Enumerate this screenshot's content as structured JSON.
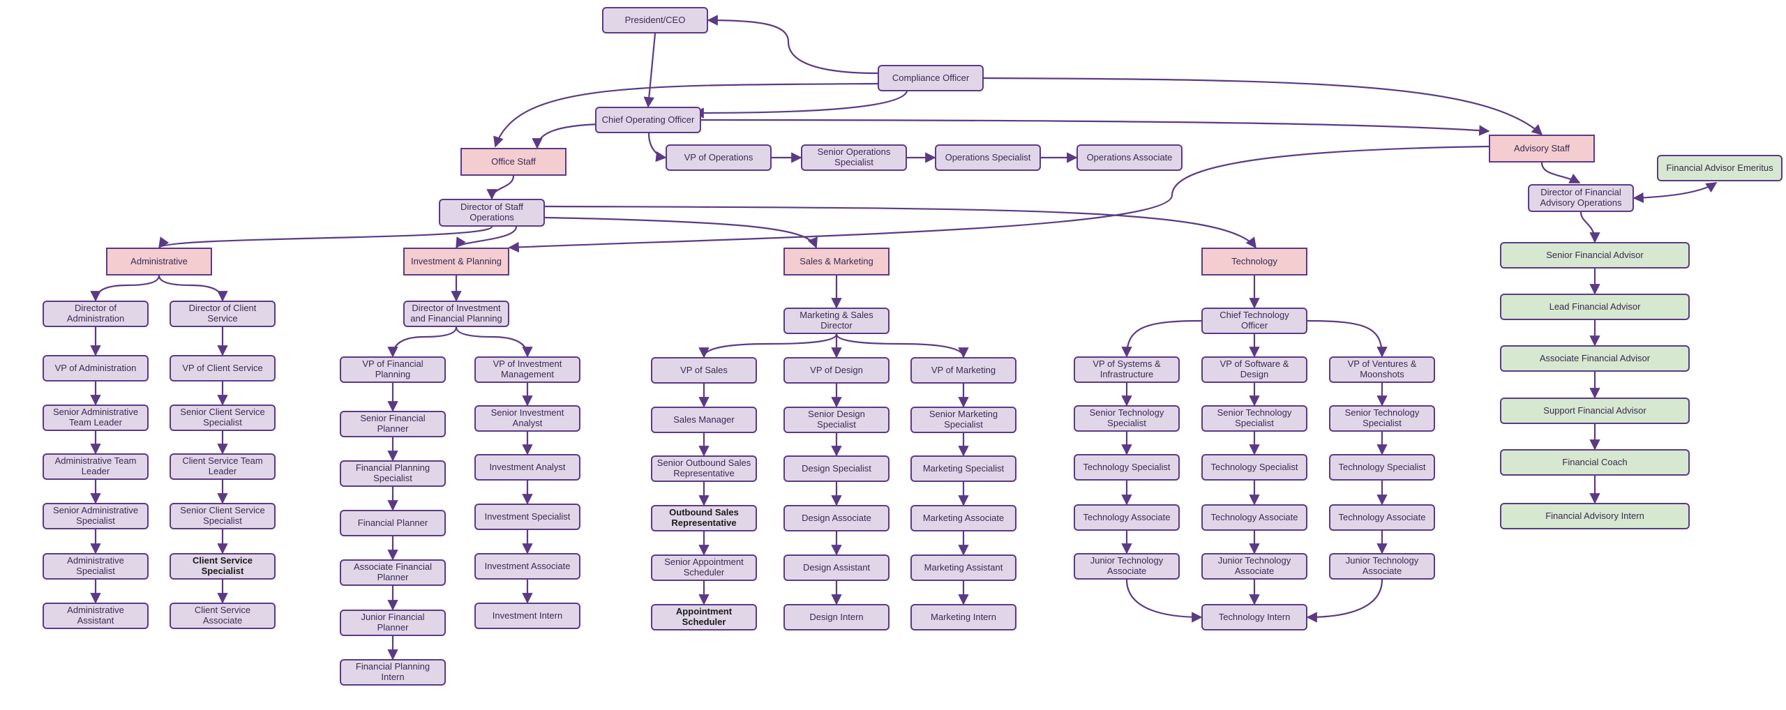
{
  "colors": {
    "role_fill": "#e1d6e7",
    "dept_fill": "#f3cdd0",
    "advisor_fill": "#d6e8cf",
    "stroke": "#5b3a85"
  },
  "nodes": {
    "ceo": "President/CEO",
    "compliance": "Compliance Officer",
    "coo": "Chief Operating Officer",
    "office_staff": "Office Staff",
    "vp_ops": "VP of Operations",
    "sr_ops": "Senior Operations Specialist",
    "ops_spec": "Operations Specialist",
    "ops_assoc": "Operations Associate",
    "advisory_staff": "Advisory Staff",
    "fa_emeritus": "Financial Advisor Emeritus",
    "dir_fin_adv": "Director of Financial Advisory Operations",
    "sr_fa": "Senior Financial Advisor",
    "lead_fa": "Lead Financial Advisor",
    "assoc_fa": "Associate Financial Advisor",
    "support_fa": "Support Financial Advisor",
    "fin_coach": "Financial Coach",
    "fa_intern": "Financial Advisory Intern",
    "dir_staff": "Director of  Staff Operations",
    "administrative": "Administrative",
    "inv_planning": "Investment & Planning",
    "sales_marketing": "Sales & Marketing",
    "technology": "Technology",
    "dir_admin": "Director of Administration",
    "vp_admin": "VP of Administration",
    "sr_admin_tl": "Senior Administrative Team Leader",
    "admin_tl": "Administrative Team Leader",
    "sr_admin_spec": "Senior Administrative Specialist",
    "admin_spec": "Administrative Specialist",
    "admin_asst": "Administrative Assistant",
    "dir_client": "Director of Client Service",
    "vp_client": "VP of Client Service",
    "sr_cs_spec1": "Senior Client Service Specialist",
    "cs_tl": "Client Service Team Leader",
    "sr_cs_spec2": "Senior Client Service Specialist",
    "cs_spec": "Client Service Specialist",
    "cs_assoc": "Client Service Associate",
    "dir_inv": "Director of Investment and Financial Planning",
    "vp_fp": "VP of Financial Planning",
    "sr_fp": "Senior Financial Planner",
    "fp_spec": "Financial Planning Specialist",
    "fp": "Financial Planner",
    "assoc_fp": "Associate Financial Planner",
    "jr_fp": "Junior Financial Planner",
    "fp_intern": "Financial Planning Intern",
    "vp_inv": "VP of Investment Management",
    "sr_inv_an": "Senior Investment Analyst",
    "inv_an": "Investment Analyst",
    "inv_spec": "Investment Specialist",
    "inv_assoc": "Investment Associate",
    "inv_intern": "Investment Intern",
    "mkt_sales_dir": "Marketing & Sales Director",
    "vp_sales": "VP of Sales",
    "sales_mgr": "Sales Manager",
    "sr_outbound": "Senior Outbound Sales Representative",
    "outbound": "Outbound Sales Representative",
    "sr_appt": "Senior Appointment Scheduler",
    "appt": "Appointment Scheduler",
    "vp_design": "VP of Design",
    "sr_design": "Senior Design Specialist",
    "design_spec": "Design Specialist",
    "design_assoc": "Design Associate",
    "design_asst": "Design Assistant",
    "design_intern": "Design Intern",
    "vp_mkt": "VP of Marketing",
    "sr_mkt": "Senior Marketing Specialist",
    "mkt_spec": "Marketing Specialist",
    "mkt_assoc": "Marketing Associate",
    "mkt_asst": "Marketing Assistant",
    "mkt_intern": "Marketing Intern",
    "cto": "Chief Technology Officer",
    "vp_sys": "VP of Systems & Infrastructure",
    "vp_sw": "VP of Software & Design",
    "vp_vent": "VP of Ventures & Moonshots",
    "sr_tech1": "Senior Technology Specialist",
    "sr_tech2": "Senior Technology Specialist",
    "sr_tech3": "Senior Technology Specialist",
    "tech_spec1": "Technology Specialist",
    "tech_spec2": "Technology Specialist",
    "tech_spec3": "Technology Specialist",
    "tech_assoc1": "Technology Associate",
    "tech_assoc2": "Technology Associate",
    "tech_assoc3": "Technology Associate",
    "jr_tech1": "Junior Technology Associate",
    "jr_tech2": "Junior Technology Associate",
    "jr_tech3": "Junior Technology Associate",
    "tech_intern": "Technology Intern"
  }
}
